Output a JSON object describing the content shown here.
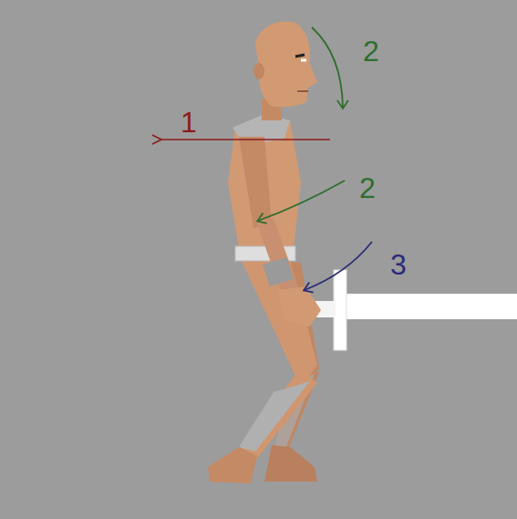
{
  "diagram": {
    "labels": [
      "1",
      "2",
      "2",
      "3"
    ]
  }
}
